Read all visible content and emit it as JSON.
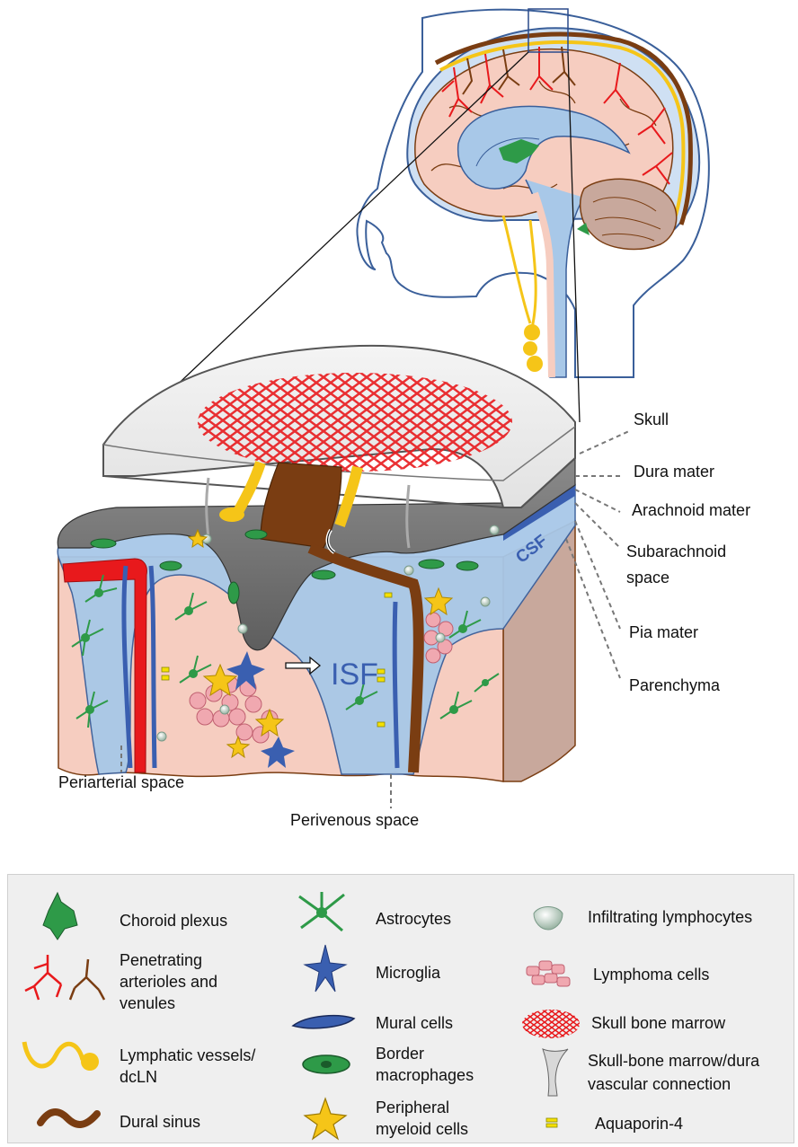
{
  "labels": {
    "skull": "Skull",
    "dura": "Dura mater",
    "arachnoid": "Arachnoid mater",
    "subarachnoid_line1": "Subarachnoid",
    "subarachnoid_line2": "space",
    "pia": "Pia mater",
    "parenchyma": "Parenchyma",
    "periarterial": "Periarterial space",
    "perivenous": "Perivenous space",
    "csf": "CSF",
    "isf": "ISF"
  },
  "legend": {
    "choroid": "Choroid plexus",
    "penetrating_1": "Penetrating",
    "penetrating_2": "arterioles and",
    "penetrating_3": "venules",
    "lymphatic_1": "Lymphatic vessels/",
    "lymphatic_2": "dcLN",
    "dural_sinus": "Dural sinus",
    "astrocytes": "Astrocytes",
    "microglia": "Microglia",
    "mural": "Mural cells",
    "border_1": "Border",
    "border_2": "macrophages",
    "peripheral_1": "Peripheral",
    "peripheral_2": "myeloid cells",
    "infiltrating": "Infiltrating lymphocytes",
    "lymphoma": "Lymphoma cells",
    "marrow": "Skull bone marrow",
    "connection_1": "Skull-bone marrow/dura",
    "connection_2": "vascular connection",
    "aquaporin": "Aquaporin-4"
  },
  "colors": {
    "brain": "#f6cdc0",
    "csf_blue": "#a8c8e8",
    "dark_blue_outline": "#3a5f9a",
    "artery": "#e8191c",
    "vein": "#7a3d12",
    "lymphatic": "#f5c518",
    "dura_gray": "#707070",
    "astro_green": "#2e9a48",
    "microglia_blue": "#3a5fb0"
  }
}
